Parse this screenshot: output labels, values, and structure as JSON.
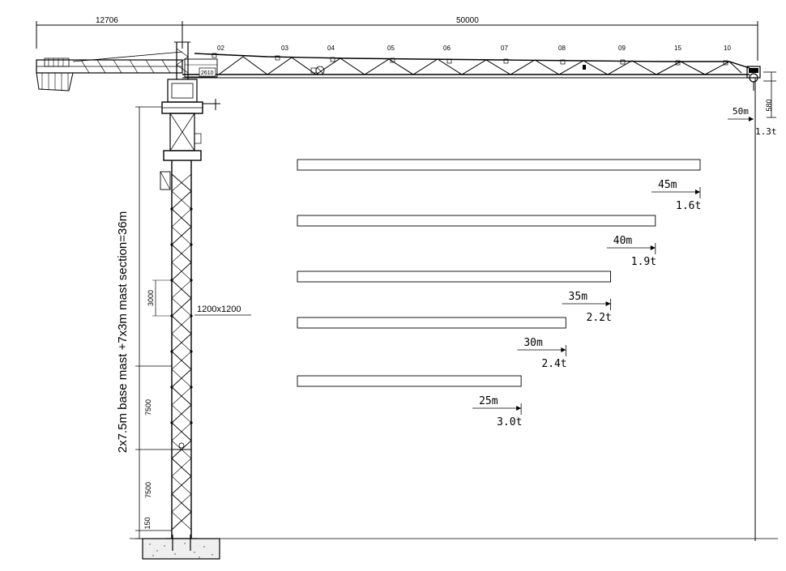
{
  "dimensions": {
    "counterjib": "12706",
    "jib": "50000",
    "hook_drop": "580",
    "cab_height": "2610",
    "mast_section": "3000",
    "base_section_1": "7500",
    "base_section_2": "7500",
    "foundation": "150",
    "mast_size": "1200x1200",
    "mast_note": "2x7.5m base mast +7x3m mast section=36m"
  },
  "jib_sections": [
    "02",
    "03",
    "04",
    "05",
    "06",
    "07",
    "08",
    "09",
    "15",
    "10"
  ],
  "load_chart": [
    {
      "radius": "50m",
      "load": "1.3t"
    },
    {
      "radius": "45m",
      "load": "1.6t"
    },
    {
      "radius": "40m",
      "load": "1.9t"
    },
    {
      "radius": "35m",
      "load": "2.2t"
    },
    {
      "radius": "30m",
      "load": "2.4t"
    },
    {
      "radius": "25m",
      "load": "3.0t"
    }
  ]
}
